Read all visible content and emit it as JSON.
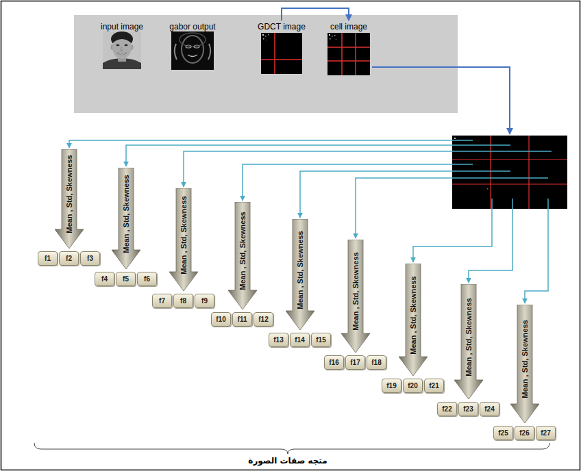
{
  "diagram": {
    "nodes": [
      {
        "text": [
          "input image"
        ]
      },
      {
        "text": [
          "gabor output"
        ]
      },
      {
        "text": [
          "GDCT image"
        ]
      },
      {
        "text": [
          "cell image"
        ]
      },
      {
        "text": [
          "Mean , Std, Skewness"
        ]
      },
      {
        "text": [
          "f1"
        ]
      },
      {
        "text": [
          "f2"
        ]
      },
      {
        "text": [
          "f3"
        ]
      },
      {
        "text": [
          "Mean , Std, Skewness"
        ]
      },
      {
        "text": [
          "f4"
        ]
      },
      {
        "text": [
          "f5"
        ]
      },
      {
        "text": [
          "f6"
        ]
      },
      {
        "text": [
          "Mean , Std, Skewness"
        ]
      },
      {
        "text": [
          "f7"
        ]
      },
      {
        "text": [
          "f8"
        ]
      },
      {
        "text": [
          "f9"
        ]
      },
      {
        "text": [
          "Mean , Std, Skewness"
        ]
      },
      {
        "text": [
          "f10"
        ]
      },
      {
        "text": [
          "f11"
        ]
      },
      {
        "text": [
          "f12"
        ]
      },
      {
        "text": [
          "Mean , Std, Skewness"
        ]
      },
      {
        "text": [
          "f13"
        ]
      },
      {
        "text": [
          "f14"
        ]
      },
      {
        "text": [
          "f15"
        ]
      },
      {
        "text": [
          "Mean , Std, Skewness"
        ]
      },
      {
        "text": [
          "f16"
        ]
      },
      {
        "text": [
          "f17"
        ]
      },
      {
        "text": [
          "f18"
        ]
      },
      {
        "text": [
          "Mean , Std, Skewness"
        ]
      },
      {
        "text": [
          "f19"
        ]
      },
      {
        "text": [
          "f20"
        ]
      },
      {
        "text": [
          "f21"
        ]
      },
      {
        "text": [
          "Mean , Std, Skewness"
        ]
      },
      {
        "text": [
          "f22"
        ]
      },
      {
        "text": [
          "f23"
        ]
      },
      {
        "text": [
          "f24"
        ]
      },
      {
        "text": [
          "Mean , Std, Skewness"
        ]
      },
      {
        "text": [
          "f25"
        ]
      },
      {
        "text": [
          "f26"
        ]
      },
      {
        "text": [
          "f27"
        ]
      }
    ],
    "edges": [
      {
        "from": 2,
        "to": 3,
        "arrow": "to"
      }
    ],
    "labels": [
      "متجه صفات الصورة"
    ]
  }
}
